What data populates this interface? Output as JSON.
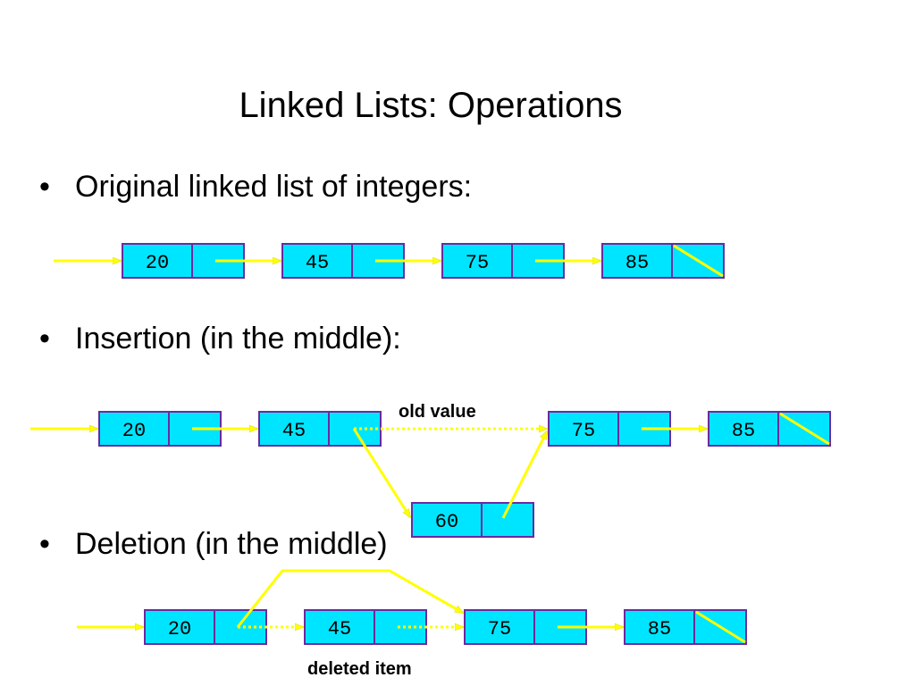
{
  "title": "Linked Lists: Operations",
  "bullets": [
    "Original linked list of integers:",
    "Insertion (in the middle):",
    "Deletion (in the middle)"
  ],
  "bullet_symbol": "•",
  "annotations": {
    "old_value": "old value",
    "deleted_item": "deleted item"
  },
  "lists": {
    "original": [
      "20",
      "45",
      "75",
      "85"
    ],
    "insertion": [
      "20",
      "45",
      "75",
      "85"
    ],
    "inserted_node": "60",
    "deletion": [
      "20",
      "45",
      "75",
      "85"
    ]
  },
  "colors": {
    "node_fill": "#00e5ff",
    "node_border": "#6a2aa0",
    "arrow": "#ffff00",
    "arrow_stroke": "#f0f000"
  }
}
